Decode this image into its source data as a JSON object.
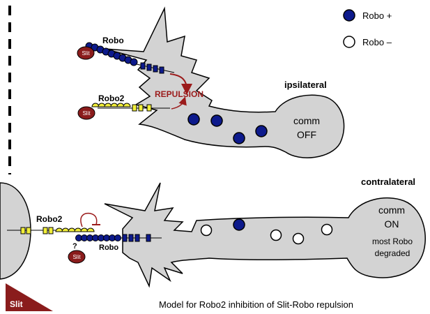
{
  "legend": {
    "robo_plus": "Robo +",
    "robo_minus": "Robo –",
    "robo_plus_color": "#0d1a8c",
    "robo_minus_color": "#ffffff"
  },
  "top_neuron": {
    "receptor_robo_label": "Robo",
    "receptor_robo2_label": "Robo2",
    "ligand_label": "Slit",
    "repulsion_label": "REPULSION",
    "cell_label": "ipsilateral",
    "soma_line1": "comm",
    "soma_line2": "OFF"
  },
  "bottom_neuron": {
    "receptor_robo2_label": "Robo2",
    "receptor_robo_label": "Robo",
    "ligand_label": "Slit",
    "question_mark": "?",
    "cell_label": "contralateral",
    "soma_line1": "comm",
    "soma_line2": "ON",
    "soma_line3": "most Robo",
    "soma_line4": "degraded"
  },
  "slit_source_label": "Slit",
  "caption": "Model for Robo2 inhibition of Slit-Robo repulsion",
  "colors": {
    "cell_fill": "#d3d3d3",
    "robo_blue": "#0d1a8c",
    "robo2_yellow": "#f2ef3a",
    "slit_red": "#8a1c1c",
    "repulsion_red": "#9b1b1b"
  }
}
